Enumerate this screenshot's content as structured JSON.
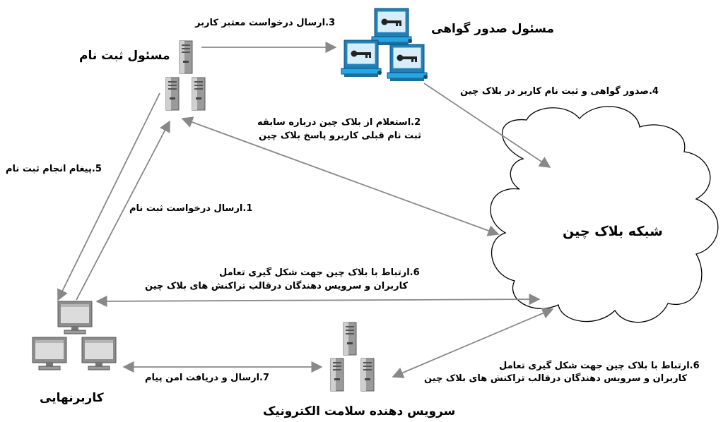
{
  "nodes": {
    "registration": "مسئول ثبت نام",
    "ca": "مسئول صدور گواهی",
    "blockchain": "شبکه بلاک چین",
    "users": "کاربرنهایی",
    "health_service": "سرویس دهنده سلامت الکترونیک"
  },
  "edges": {
    "e1": "1.ارسال درخواست ثبت نام",
    "e2_line1": "2.استعلام از بلاک چین درباره سابقه",
    "e2_line2": "ثبت نام قبلی کاربرو پاسخ بلاک چین",
    "e3": "3.ارسال درخواست معتبر کاربر",
    "e4": "4.صدور گواهی و ثبت نام کاربر در بلاک چین",
    "e5": "5.پیغام انجام ثبت نام",
    "e6_user_line1": "6.ارتباط با بلاک چین جهت شکل گیری تعامل",
    "e6_user_line2": "کاربران و سرویس دهندگان درقالب تراکنش های بلاک چین",
    "e6_service_line1": "6.ارتباط با بلاک چین جهت شکل گیری تعامل",
    "e6_service_line2": "کاربران و سرویس دهندگان درقالب تراکنش های بلاک چین",
    "e7": "7.ارسال و دریافت امن پیام"
  },
  "icons": {
    "server": "server-tower-icon",
    "ca_computer": "key-computer-icon",
    "user_computer": "desktop-computer-icon",
    "cloud": "cloud-shape"
  },
  "colors": {
    "arrow": "#888888",
    "ca_screen": "#29a6df",
    "ca_case": "#1f7fb6",
    "gray_dark": "#7a7a7a",
    "gray_light": "#bdbdbd"
  }
}
